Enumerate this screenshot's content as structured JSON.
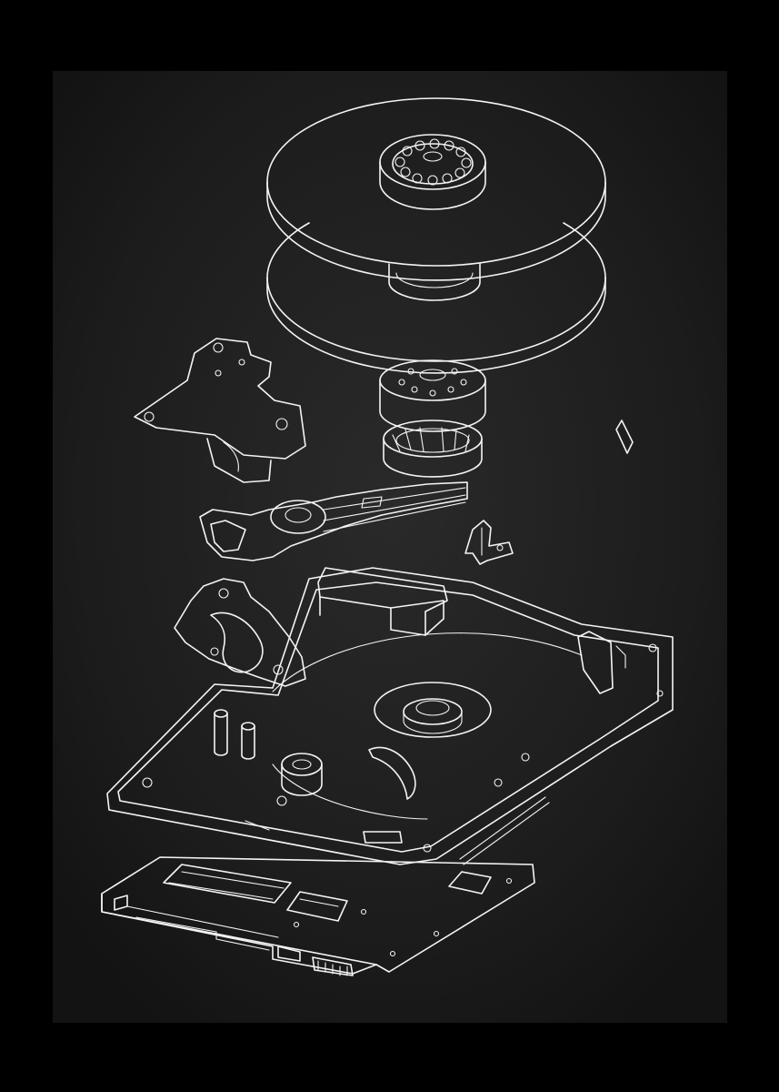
{
  "poster": {
    "background_color": "#000000",
    "board_color": "#1e1e1e",
    "line_color": "#f4f4f4"
  },
  "parts": [
    {
      "part": "upper-platter"
    },
    {
      "part": "lower-platter"
    },
    {
      "part": "platter-clamp"
    },
    {
      "part": "spindle-hub"
    },
    {
      "part": "spindle-motor-bearing"
    },
    {
      "part": "top-magnet-bracket"
    },
    {
      "part": "actuator-arm-assembly"
    },
    {
      "part": "head-parking-ramp"
    },
    {
      "part": "small-filter-tab"
    },
    {
      "part": "lower-magnet-bracket"
    },
    {
      "part": "drive-base-chassis"
    },
    {
      "part": "controller-circuit-board"
    }
  ]
}
